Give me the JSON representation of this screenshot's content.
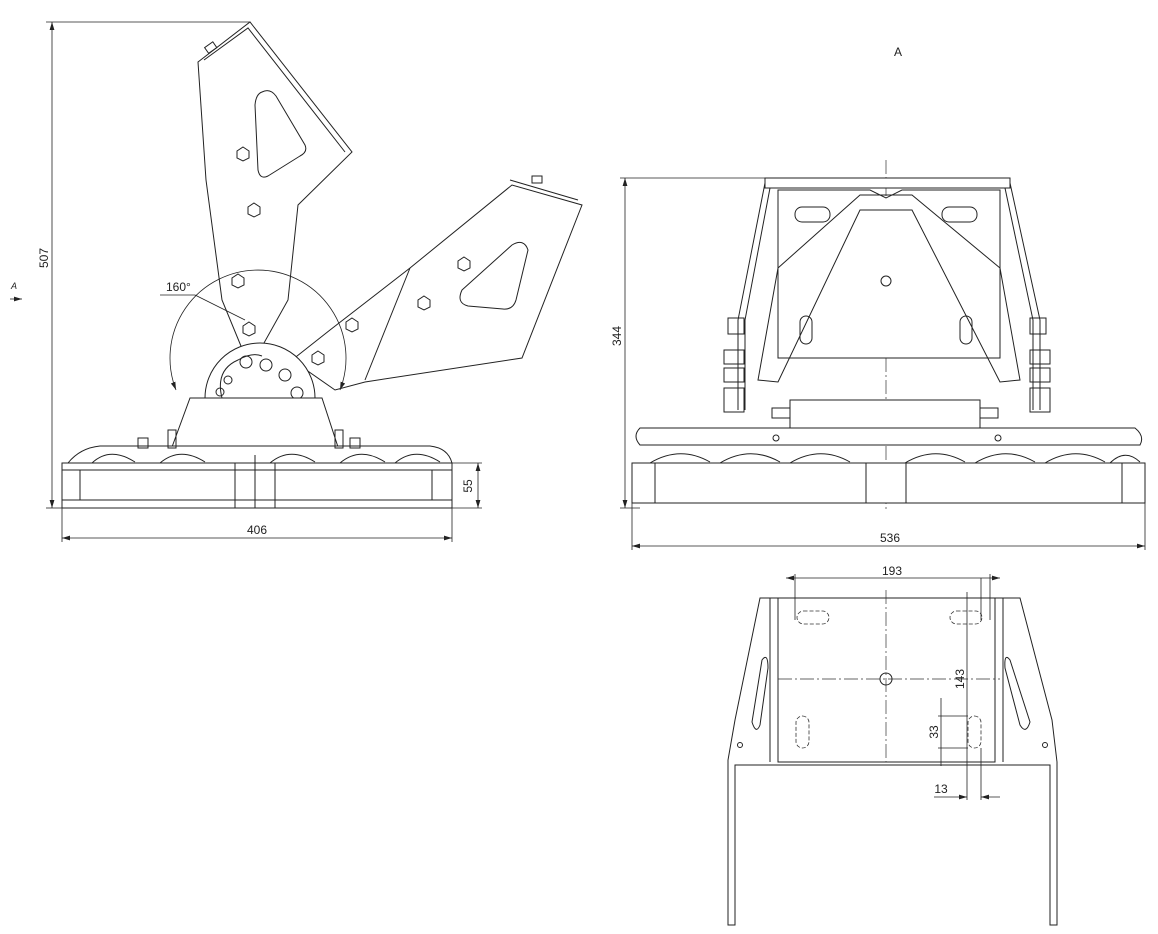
{
  "side_view": {
    "height_dim": "507",
    "view_marker": "A",
    "angle_label": "160°",
    "width_dim": "406",
    "housing_height_dim": "55"
  },
  "front_view": {
    "title": "A",
    "height_dim": "344",
    "width_dim": "536"
  },
  "bracket_view": {
    "hole_spacing_dim": "193",
    "vertical_spacing_dim": "143",
    "slot_length_dim": "33",
    "slot_width_dim": "13"
  }
}
